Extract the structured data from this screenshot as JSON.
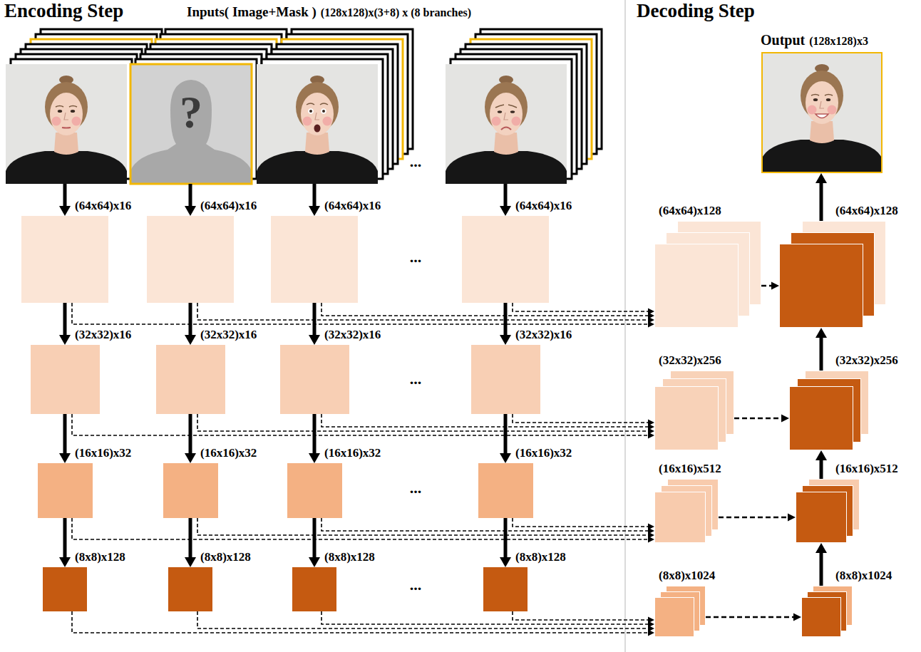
{
  "diagram": {
    "nodes": [
      {
        "text": [
          "(64x64)x16"
        ]
      },
      {
        "text": [
          "(64x64)x16"
        ]
      },
      {
        "text": [
          "(64x64)x16"
        ]
      },
      {
        "text": [
          "(64x64)x16"
        ]
      },
      {
        "text": [
          "(32x32)x16"
        ]
      },
      {
        "text": [
          "(32x32)x16"
        ]
      },
      {
        "text": [
          "(32x32)x16"
        ]
      },
      {
        "text": [
          "(32x32)x16"
        ]
      },
      {
        "text": [
          "(16x16)x32"
        ]
      },
      {
        "text": [
          "(16x16)x32"
        ]
      },
      {
        "text": [
          "(16x16)x32"
        ]
      },
      {
        "text": [
          "(16x16)x32"
        ]
      },
      {
        "text": [
          "(8x8)x128"
        ]
      },
      {
        "text": [
          "(8x8)x128"
        ]
      },
      {
        "text": [
          "(8x8)x128"
        ]
      },
      {
        "text": [
          "(8x8)x128"
        ]
      },
      {
        "text": [
          "Output",
          "(128x128)x3"
        ]
      },
      {
        "text": [
          "(64x64)x128"
        ]
      },
      {
        "text": [
          "(64x64)x128"
        ]
      },
      {
        "text": [
          "(32x32)x256"
        ]
      },
      {
        "text": [
          "(32x32)x256"
        ]
      },
      {
        "text": [
          "(16x16)x512"
        ]
      },
      {
        "text": [
          "(16x16)x512"
        ]
      },
      {
        "text": [
          "(8x8)x1024"
        ]
      },
      {
        "text": [
          "(8x8)x1024"
        ]
      }
    ],
    "edges": [
      {
        "from": 0,
        "to": 4,
        "arrow": "to"
      },
      {
        "from": 1,
        "to": 5,
        "arrow": "to"
      },
      {
        "from": 2,
        "to": 6,
        "arrow": "to"
      },
      {
        "from": 3,
        "to": 7,
        "arrow": "to"
      },
      {
        "from": 4,
        "to": 8,
        "arrow": "to"
      },
      {
        "from": 5,
        "to": 9,
        "arrow": "to"
      },
      {
        "from": 6,
        "to": 10,
        "arrow": "to"
      },
      {
        "from": 7,
        "to": 11,
        "arrow": "to"
      },
      {
        "from": 8,
        "to": 12,
        "arrow": "to"
      },
      {
        "from": 9,
        "to": 13,
        "arrow": "to"
      },
      {
        "from": 10,
        "to": 14,
        "arrow": "to"
      },
      {
        "from": 11,
        "to": 15,
        "arrow": "to"
      },
      {
        "from": 0,
        "to": 17,
        "arrow": "to"
      },
      {
        "from": 1,
        "to": 17,
        "arrow": "to"
      },
      {
        "from": 2,
        "to": 17,
        "arrow": "to"
      },
      {
        "from": 3,
        "to": 17,
        "arrow": "to"
      },
      {
        "from": 4,
        "to": 19,
        "arrow": "to"
      },
      {
        "from": 5,
        "to": 19,
        "arrow": "to"
      },
      {
        "from": 6,
        "to": 19,
        "arrow": "to"
      },
      {
        "from": 7,
        "to": 19,
        "arrow": "to"
      },
      {
        "from": 8,
        "to": 21,
        "arrow": "to"
      },
      {
        "from": 9,
        "to": 21,
        "arrow": "to"
      },
      {
        "from": 10,
        "to": 21,
        "arrow": "to"
      },
      {
        "from": 11,
        "to": 21,
        "arrow": "to"
      },
      {
        "from": 12,
        "to": 23,
        "arrow": "to"
      },
      {
        "from": 13,
        "to": 23,
        "arrow": "to"
      },
      {
        "from": 14,
        "to": 23,
        "arrow": "to"
      },
      {
        "from": 15,
        "to": 23,
        "arrow": "to"
      },
      {
        "from": 17,
        "to": 18,
        "arrow": "to"
      },
      {
        "from": 19,
        "to": 20,
        "arrow": "to"
      },
      {
        "from": 21,
        "to": 22,
        "arrow": "to"
      },
      {
        "from": 23,
        "to": 24,
        "arrow": "to"
      },
      {
        "from": 24,
        "to": 22,
        "arrow": "to"
      },
      {
        "from": 22,
        "to": 20,
        "arrow": "to"
      },
      {
        "from": 20,
        "to": 18,
        "arrow": "to"
      },
      {
        "from": 18,
        "to": 16,
        "arrow": "to"
      }
    ],
    "labels": [
      "Encoding Step",
      "Inputs( Image+Mask )",
      "(128x128)x(3+8) x (8 branches)",
      "Decoding Step",
      "?",
      "...",
      "...",
      "...",
      "...",
      "..."
    ]
  }
}
